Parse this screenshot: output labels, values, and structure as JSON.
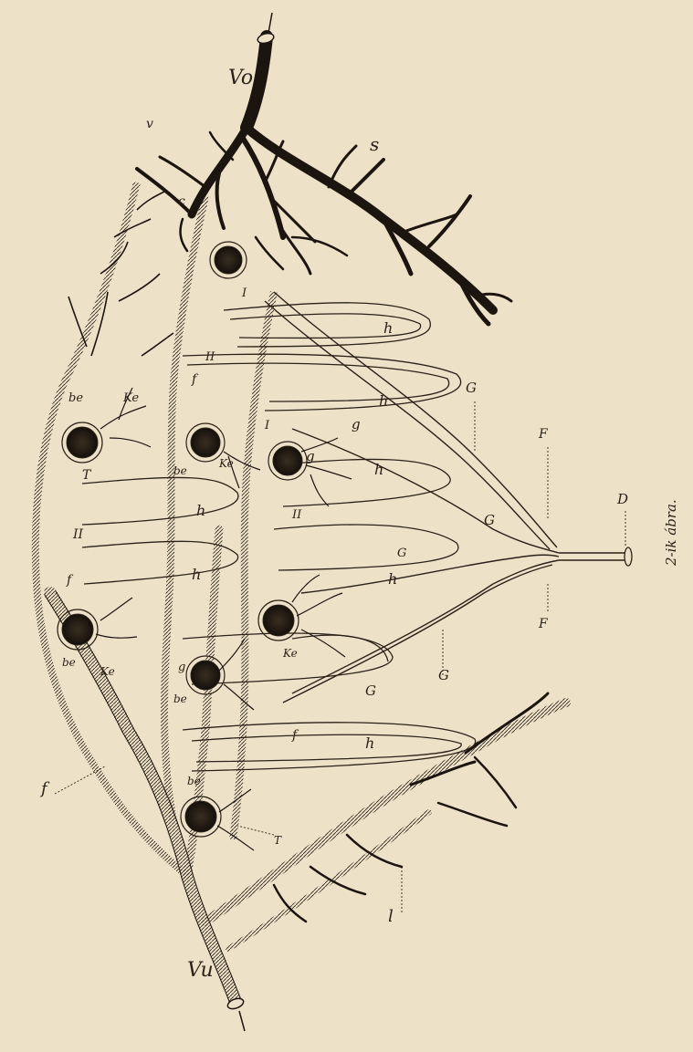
{
  "colors": {
    "paper": "#ede2c8",
    "ink": "#2a2118",
    "tubule_fill": "#f2e8d0"
  },
  "caption": "2-ik ábra.",
  "labels": {
    "vo": "Vo",
    "vu": "Vu",
    "s": "s",
    "v": "v",
    "c": "c",
    "d": "D",
    "l": "l",
    "f": "f",
    "t": "T",
    "ii": "II",
    "i": "I",
    "be": "be",
    "ke": "Ke",
    "g": "g",
    "h": "h",
    "G": "G",
    "F": "F"
  }
}
